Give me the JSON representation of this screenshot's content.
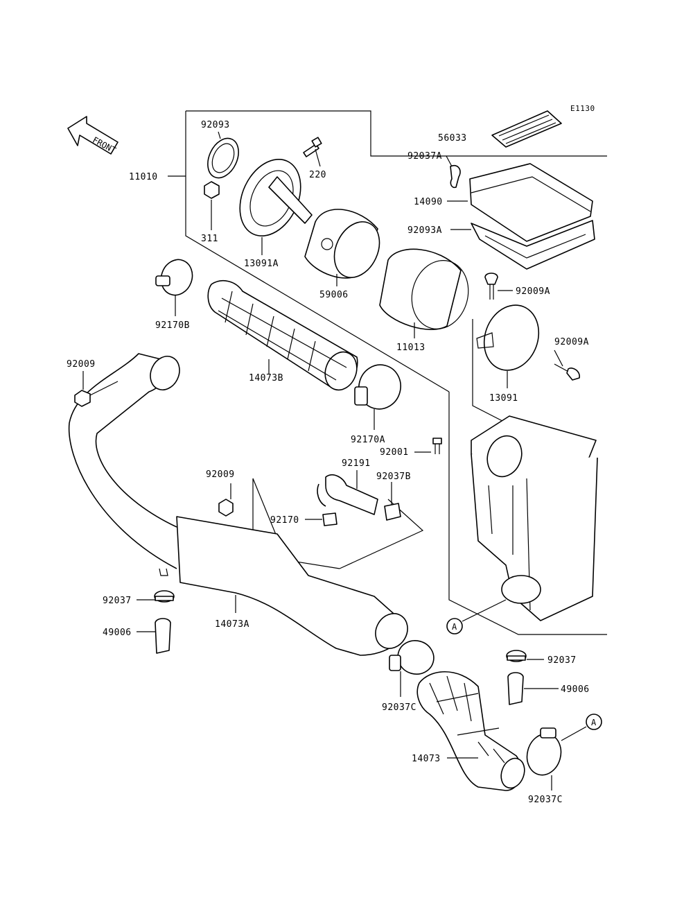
{
  "diagram": {
    "code": "E1130",
    "direction_label": "FRONT",
    "callout_letter": "A",
    "parts": {
      "p92093": "92093",
      "p220": "220",
      "p11010": "11010",
      "p311": "311",
      "p13091A": "13091A",
      "p59006": "59006",
      "p11013": "11013",
      "p56033": "56033",
      "p92037A": "92037A",
      "p14090": "14090",
      "p92093A": "92093A",
      "p92009A_top": "92009A",
      "p92009A_side": "92009A",
      "p13091": "13091",
      "p92170B": "92170B",
      "p14073B": "14073B",
      "p92009_left": "92009",
      "p92170A": "92170A",
      "p92001": "92001",
      "p92191": "92191",
      "p92037B": "92037B",
      "p92009_mid": "92009",
      "p92170": "92170",
      "p92037_left": "92037",
      "p14073A": "14073A",
      "p49006_left": "49006",
      "p92037_right": "92037",
      "p49006_right": "49006",
      "p92037C_left": "92037C",
      "p14073": "14073",
      "p92037C_right": "92037C"
    }
  }
}
